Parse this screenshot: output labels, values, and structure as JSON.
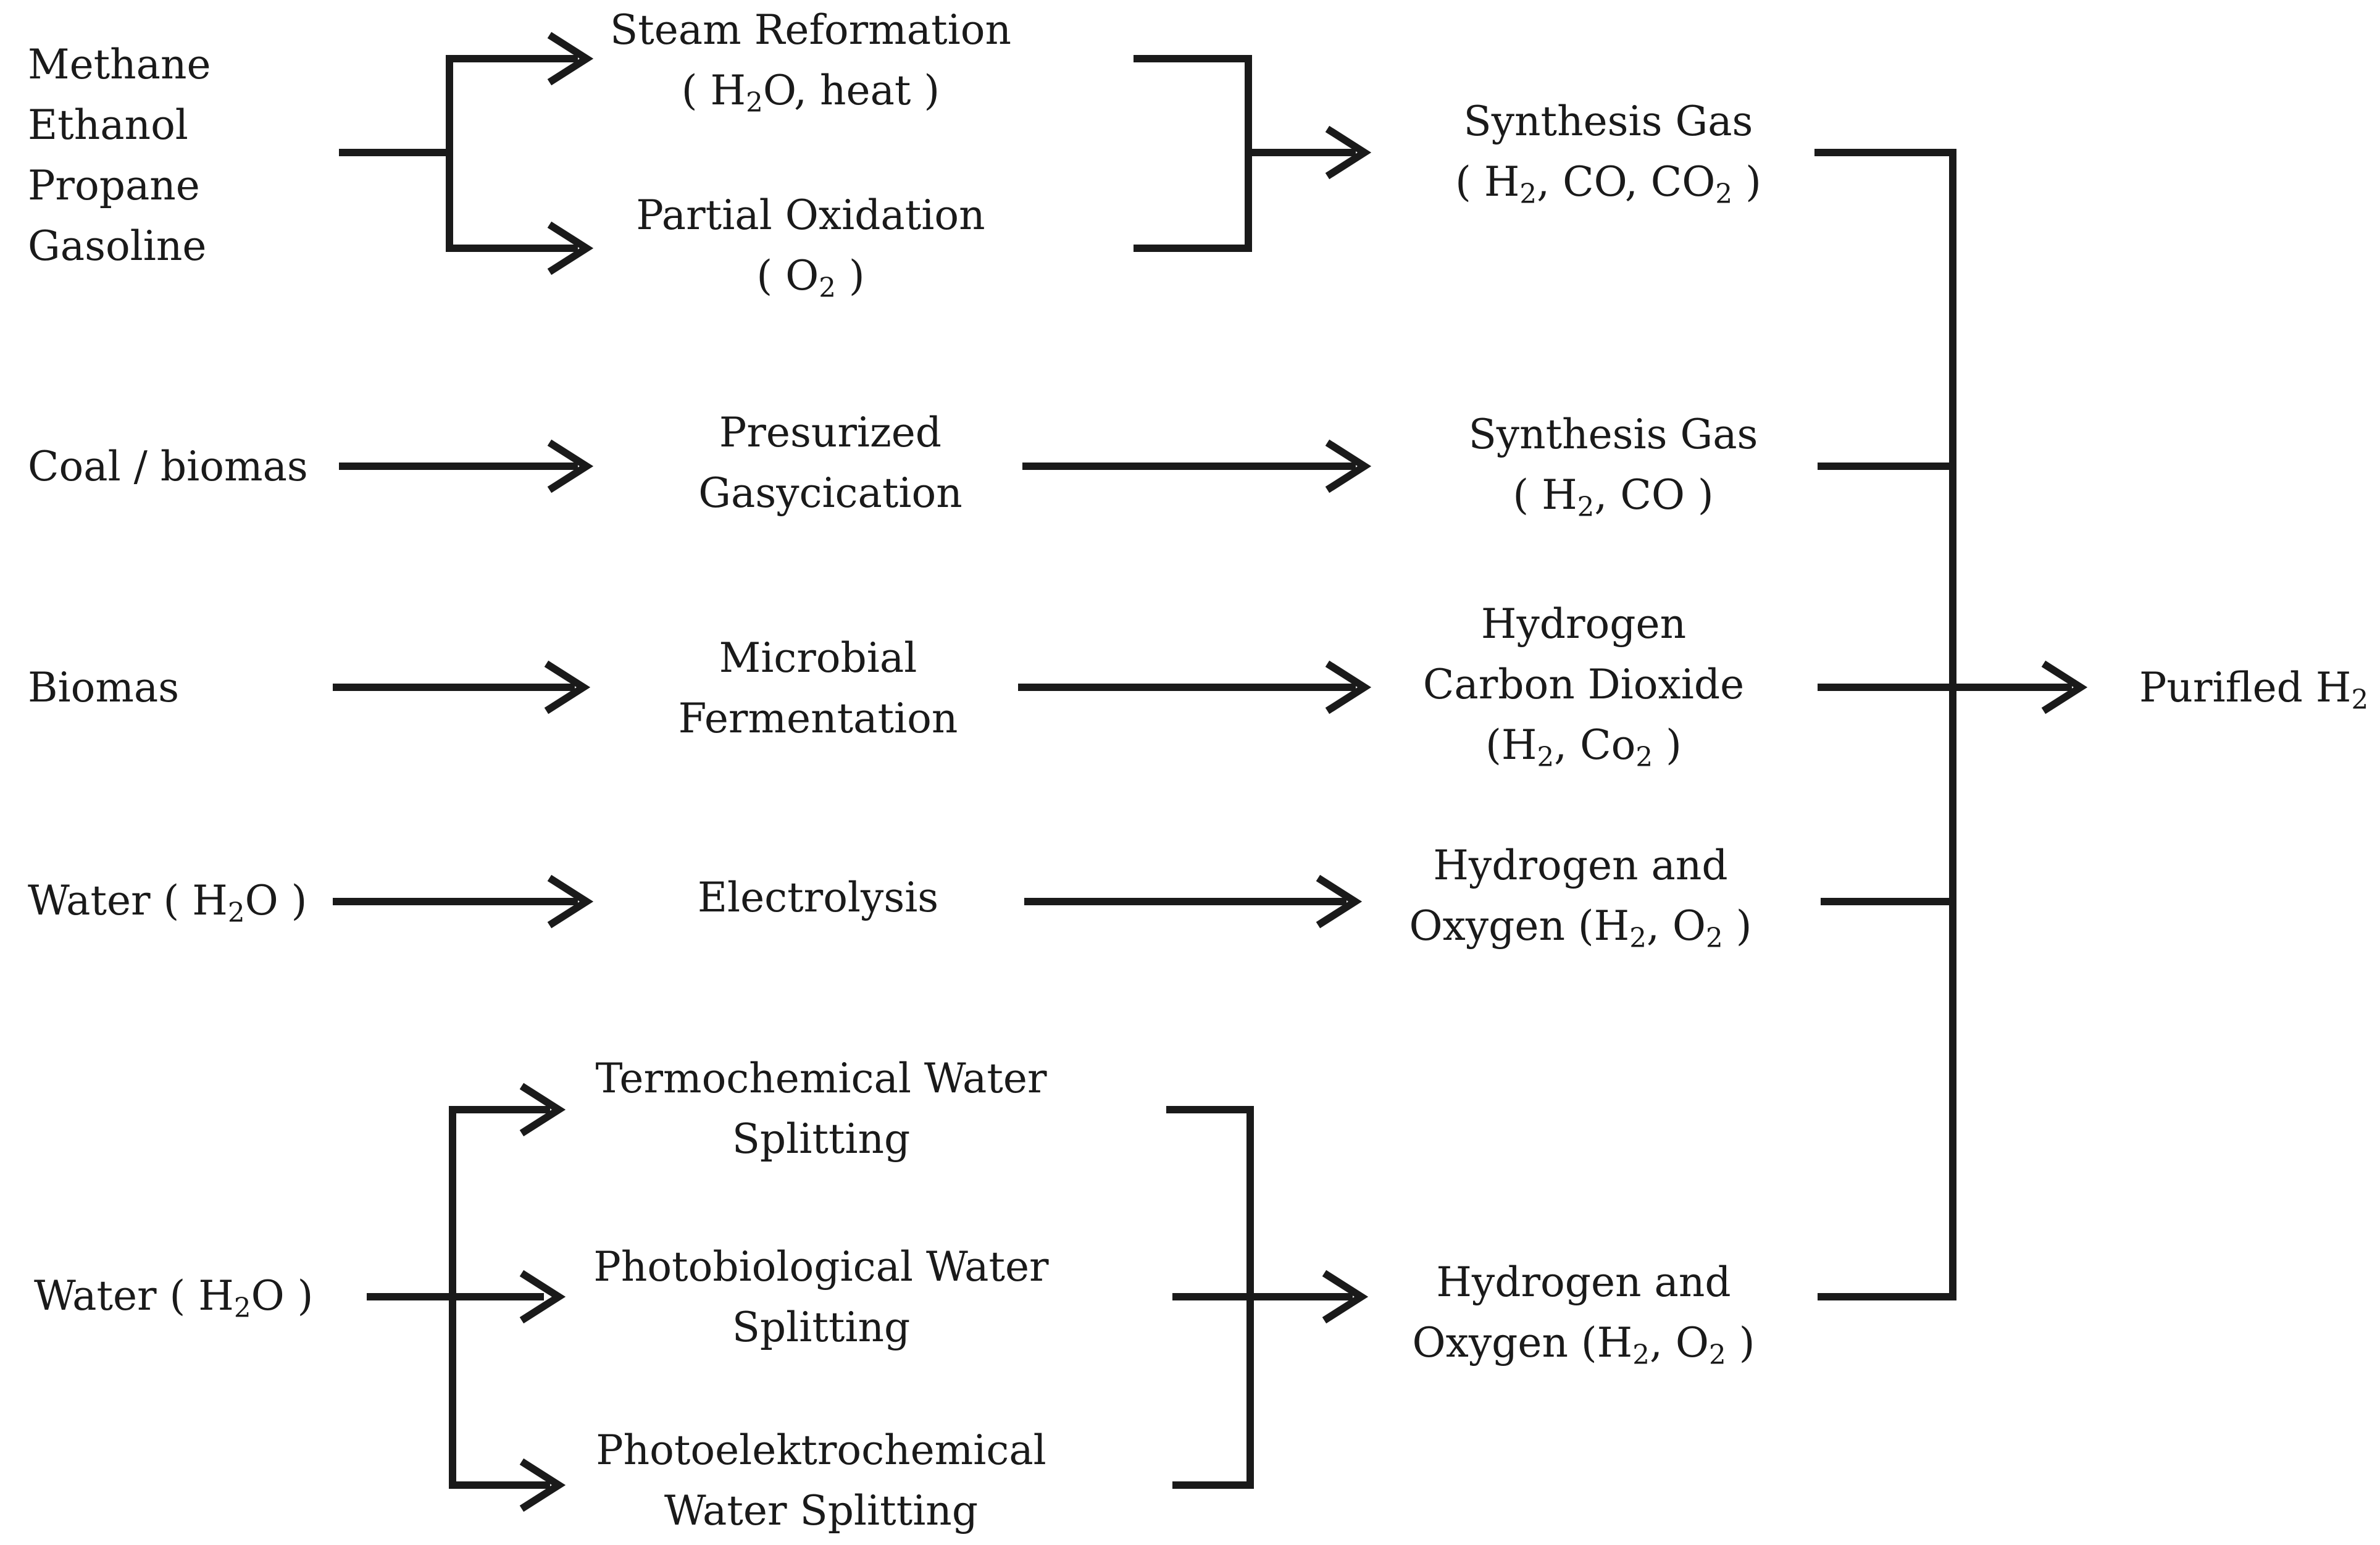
{
  "sources": {
    "hydrocarbons": [
      "Methane",
      "Ethanol",
      "Propane",
      "Gasoline"
    ],
    "coal_biomas": "Coal / biomas",
    "biomas": "Biomas",
    "water_1": {
      "pre": "Water  ( H",
      "sub": "2",
      "post": "O )"
    },
    "water_2": {
      "pre": "Water  ( H",
      "sub": "2",
      "post": "O )"
    }
  },
  "processes": {
    "steam_reformation": {
      "line1": "Steam Reformation",
      "line2_pre": "( H",
      "line2_sub": "2",
      "line2_post": "O, heat )"
    },
    "partial_oxidation": {
      "line1": "Partial Oxidation",
      "line2_pre": "( O",
      "line2_sub": "2",
      "line2_post": " )"
    },
    "gasification": {
      "line1": "Presurized",
      "line2": "Gasycication"
    },
    "fermentation": {
      "line1": "Microbial",
      "line2": "Fermentation"
    },
    "electrolysis": "Electrolysis",
    "thermochemical": {
      "line1": "Termochemical Water",
      "line2": "Splitting"
    },
    "photobiological": {
      "line1": "Photobiological Water",
      "line2": "Splitting"
    },
    "photoelectrochemical": {
      "line1": "Photoelektrochemical",
      "line2": "Water Splitting"
    }
  },
  "products": {
    "syngas_1": {
      "line1": "Synthesis Gas",
      "l2_a": "( H",
      "l2_b": "2",
      "l2_c": ", CO, CO",
      "l2_d": "2",
      "l2_e": " )"
    },
    "syngas_2": {
      "line1": "Synthesis Gas",
      "l2_a": "( H",
      "l2_b": "2",
      "l2_c": ", CO )"
    },
    "h2_co2": {
      "line1": "Hydrogen",
      "line2": "Carbon Dioxide",
      "l3_a": "(H",
      "l3_b": "2",
      "l3_c": ", Co",
      "l3_d": "2",
      "l3_e": " )"
    },
    "h2_o2_1": {
      "line1": "Hydrogen and",
      "l2_a": "Oxygen (H",
      "l2_b": "2",
      "l2_c": ", O",
      "l2_d": "2",
      "l2_e": " )"
    },
    "h2_o2_2": {
      "line1": "Hydrogen and",
      "l2_a": "Oxygen (H",
      "l2_b": "2",
      "l2_c": ", O",
      "l2_d": "2",
      "l2_e": " )"
    }
  },
  "final": {
    "pre": "Purifled H",
    "sub": "2"
  }
}
